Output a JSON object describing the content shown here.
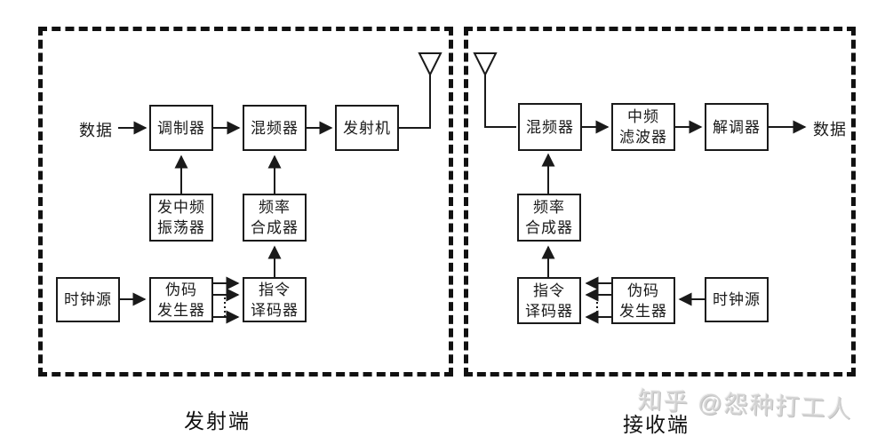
{
  "diagram": {
    "tx": {
      "caption": "发射端",
      "data_in": "数据",
      "modulator": "调制器",
      "mixer": "混频器",
      "transmitter": "发射机",
      "if_oscillator": "发中频\n振荡器",
      "freq_synth": "频率\n合成器",
      "clock": "时钟源",
      "pn_generator": "伪码\n发生器",
      "cmd_decoder": "指令\n译码器"
    },
    "rx": {
      "caption": "接收端",
      "mixer": "混频器",
      "if_filter": "中频\n滤波器",
      "demodulator": "解调器",
      "data_out": "数据",
      "freq_synth": "频率\n合成器",
      "cmd_decoder": "指令\n译码器",
      "pn_generator": "伪码\n发生器",
      "clock": "时钟源"
    },
    "watermark": "知乎 @怨种打工人",
    "colors": {
      "line": "#1a1a1a",
      "watermark": "#d3d3d3",
      "background": "#ffffff"
    }
  }
}
